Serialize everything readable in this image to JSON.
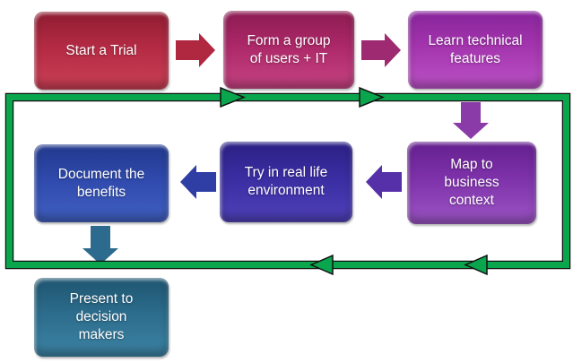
{
  "diagram": {
    "type": "flowchart",
    "background": "#ffffff",
    "nodes": [
      {
        "id": "start-trial",
        "label": "Start a Trial",
        "color": "#b32a43"
      },
      {
        "id": "form-group",
        "label": "Form a group\nof users + IT",
        "color": "#ac2868"
      },
      {
        "id": "learn-features",
        "label": "Learn technical\nfeatures",
        "color": "#a334ad"
      },
      {
        "id": "map-context",
        "label": "Map to\nbusiness\ncontext",
        "color": "#7e32aa"
      },
      {
        "id": "try-real-life",
        "label": "Try in real life\nenvironment",
        "color": "#3a2da2"
      },
      {
        "id": "document-benefits",
        "label": "Document the\nbenefits",
        "color": "#2f4aac"
      },
      {
        "id": "present-makers",
        "label": "Present to\ndecision\nmakers",
        "color": "#2c6c8c"
      }
    ],
    "arrows": [
      {
        "id": "start-to-form",
        "direction": "right",
        "color": "#b02740"
      },
      {
        "id": "form-to-learn",
        "direction": "right",
        "color": "#9e2a71"
      },
      {
        "id": "learn-to-map",
        "direction": "down",
        "color": "#8a3ba8"
      },
      {
        "id": "map-to-try",
        "direction": "left",
        "color": "#5630a8"
      },
      {
        "id": "try-to-document",
        "direction": "left",
        "color": "#2e3ea5"
      },
      {
        "id": "document-to-present",
        "direction": "down",
        "color": "#2c6b8e"
      }
    ],
    "feedback_loop": {
      "shape": "rectangle",
      "color": "#0aa64d",
      "outline": "#111111",
      "top_arrows_direction": "right",
      "bottom_arrows_direction": "left"
    }
  }
}
